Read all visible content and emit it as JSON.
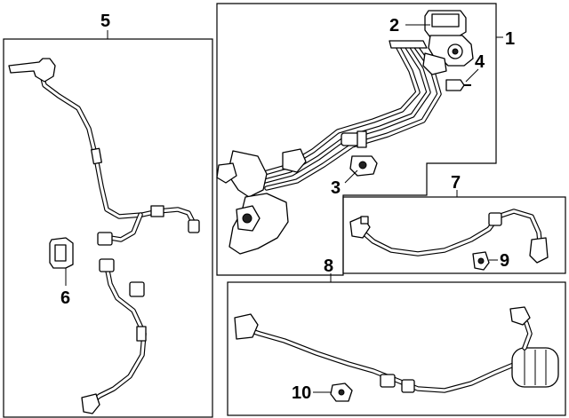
{
  "callouts": {
    "c1": "1",
    "c2": "2",
    "c3": "3",
    "c4": "4",
    "c5": "5",
    "c6": "6",
    "c7": "7",
    "c8": "8",
    "c9": "9",
    "c10": "10"
  }
}
